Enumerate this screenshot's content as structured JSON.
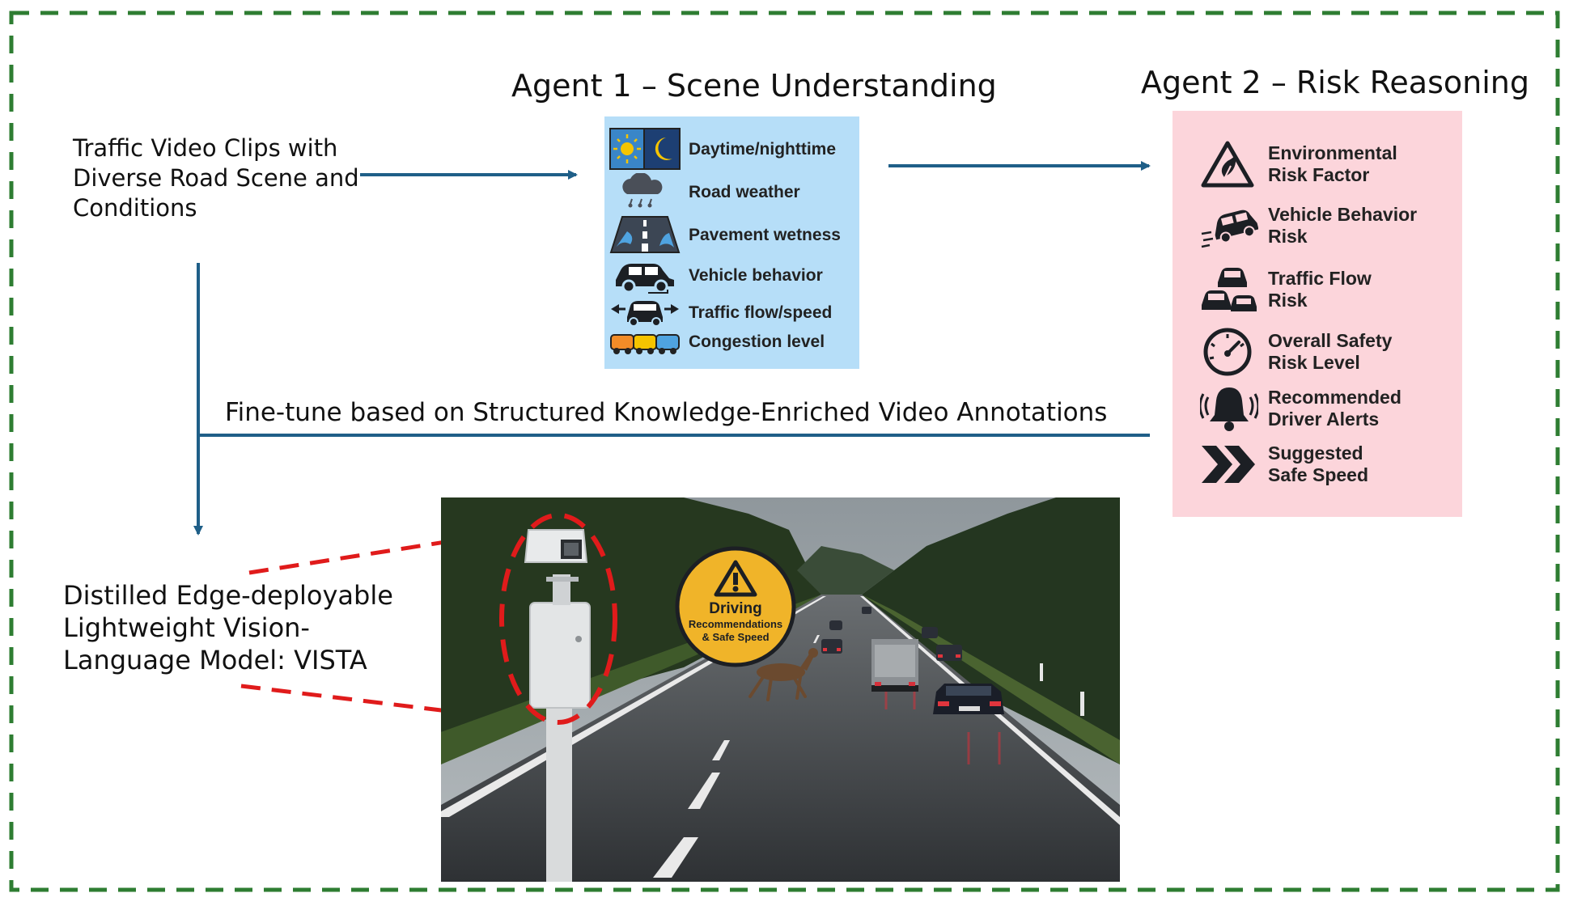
{
  "input": {
    "text": "Traffic Video Clips with Diverse Road Scene and Conditions"
  },
  "agent1": {
    "title": "Agent 1 – Scene Understanding",
    "items": [
      {
        "label": "Daytime/nighttime",
        "icon": "day-night-icon"
      },
      {
        "label": "Road weather",
        "icon": "rain-cloud-icon"
      },
      {
        "label": "Pavement wetness",
        "icon": "wet-road-icon"
      },
      {
        "label": "Vehicle behavior",
        "icon": "car-icon"
      },
      {
        "label": "Traffic flow/speed",
        "icon": "traffic-flow-icon"
      },
      {
        "label": "Congestion level",
        "icon": "congestion-icon"
      }
    ]
  },
  "agent2": {
    "title": "Agent 2 – Risk Reasoning",
    "items": [
      {
        "label": "Environmental Risk Factor",
        "icon": "environment-warning-icon"
      },
      {
        "label": "Vehicle Behavior Risk",
        "icon": "skidding-car-icon"
      },
      {
        "label": "Traffic Flow Risk",
        "icon": "traffic-cars-icon"
      },
      {
        "label": "Overall Safety Risk Level",
        "icon": "speedometer-icon"
      },
      {
        "label": "Recommended Driver Alerts",
        "icon": "alarm-bell-icon"
      },
      {
        "label": "Suggested Safe Speed",
        "icon": "chevron-forward-icon"
      }
    ]
  },
  "finetune": {
    "text": "Fine-tune based on Structured Knowledge-Enriched Video Annotations"
  },
  "model": {
    "text": "Distilled Edge-deployable Lightweight Vision-Language Model:  VISTA"
  },
  "photo": {
    "badge_title": "Driving",
    "badge_line2": "Recommendations",
    "badge_line3": "& Safe Speed"
  },
  "colors": {
    "frame": "#2e7d32",
    "arrow": "#1f5f88",
    "agent1_bg": "#b6def8",
    "agent2_bg": "#fcd5db",
    "highlight": "#e01b1b",
    "badge": "#f0b429"
  }
}
